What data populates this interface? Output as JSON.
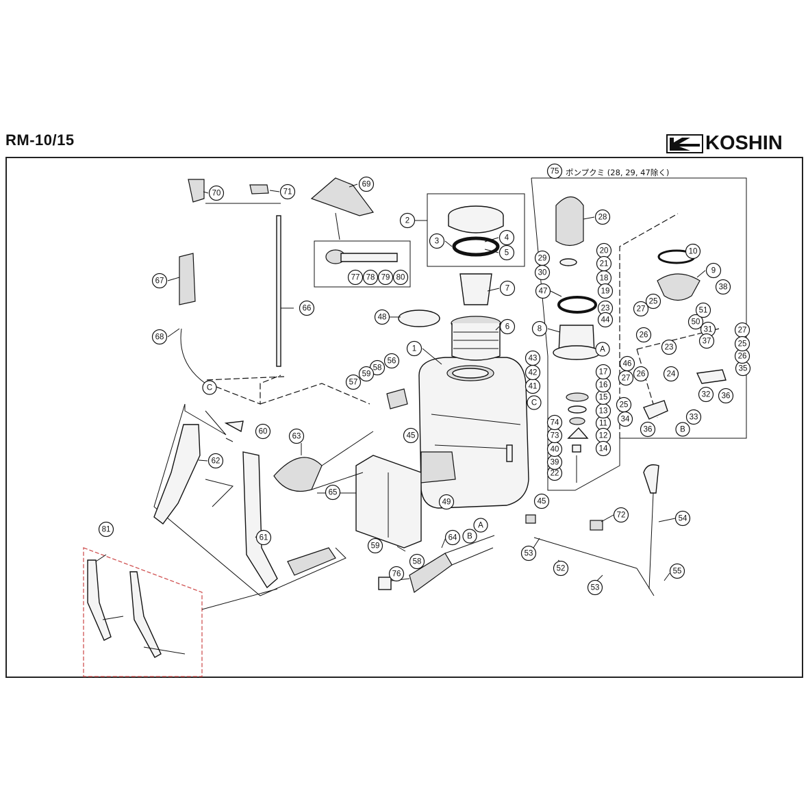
{
  "header": {
    "model": "RM-10/15",
    "brand": "KOSHIN"
  },
  "notes": {
    "pump_assembly": "ポンプクミ (28, 29, 47除く)"
  },
  "parts": [
    "1",
    "2",
    "3",
    "4",
    "5",
    "6",
    "7",
    "8",
    "9",
    "10",
    "11",
    "12",
    "13",
    "14",
    "15",
    "16",
    "17",
    "18",
    "19",
    "20",
    "21",
    "22",
    "23",
    "24",
    "25",
    "26",
    "27",
    "28",
    "29",
    "30",
    "31",
    "32",
    "33",
    "34",
    "35",
    "36",
    "37",
    "38",
    "39",
    "40",
    "41",
    "42",
    "43",
    "44",
    "45",
    "46",
    "47",
    "48",
    "49",
    "50",
    "51",
    "52",
    "53",
    "54",
    "55",
    "56",
    "57",
    "58",
    "59",
    "60",
    "61",
    "62",
    "63",
    "64",
    "65",
    "66",
    "67",
    "68",
    "69",
    "70",
    "71",
    "72",
    "73",
    "74",
    "75",
    "76",
    "77",
    "78",
    "79",
    "80",
    "81"
  ],
  "connectors": [
    "A",
    "B",
    "C"
  ]
}
